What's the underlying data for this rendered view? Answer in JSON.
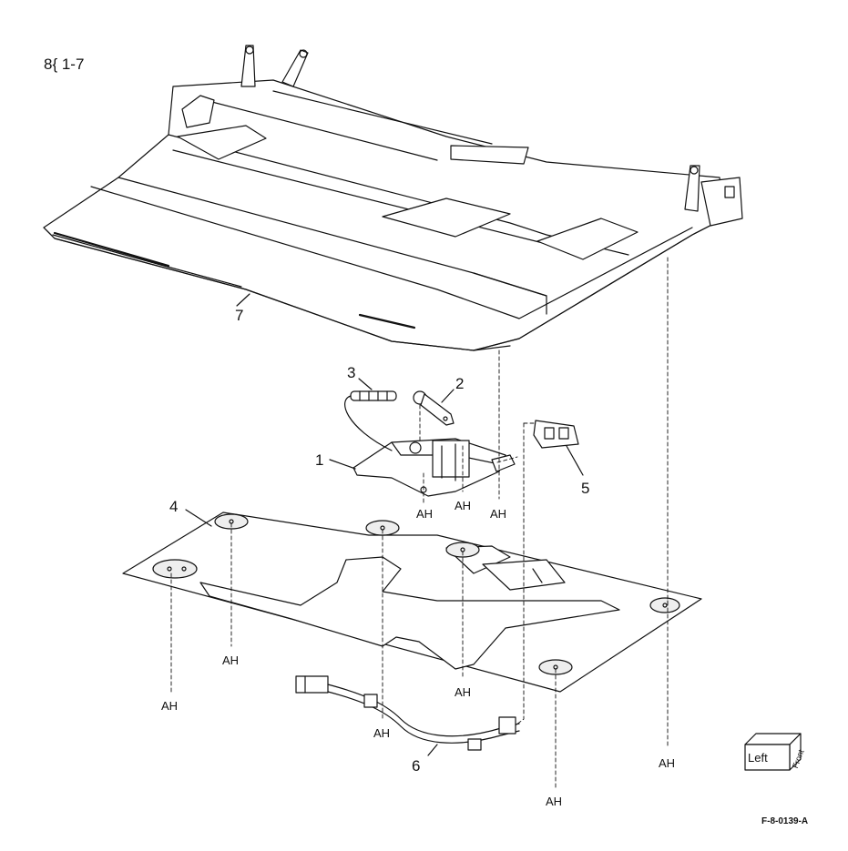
{
  "header": {
    "title": "8{ 1-7"
  },
  "figure_id": "F-8-0139-A",
  "callouts": [
    "1",
    "2",
    "3",
    "4",
    "5",
    "6",
    "7"
  ],
  "ah": "AH",
  "orientation": {
    "left": "Left",
    "front": "Front"
  },
  "colors": {
    "stroke": "#111111",
    "fill": "#ffffff",
    "shade": "#e6e6e6"
  }
}
